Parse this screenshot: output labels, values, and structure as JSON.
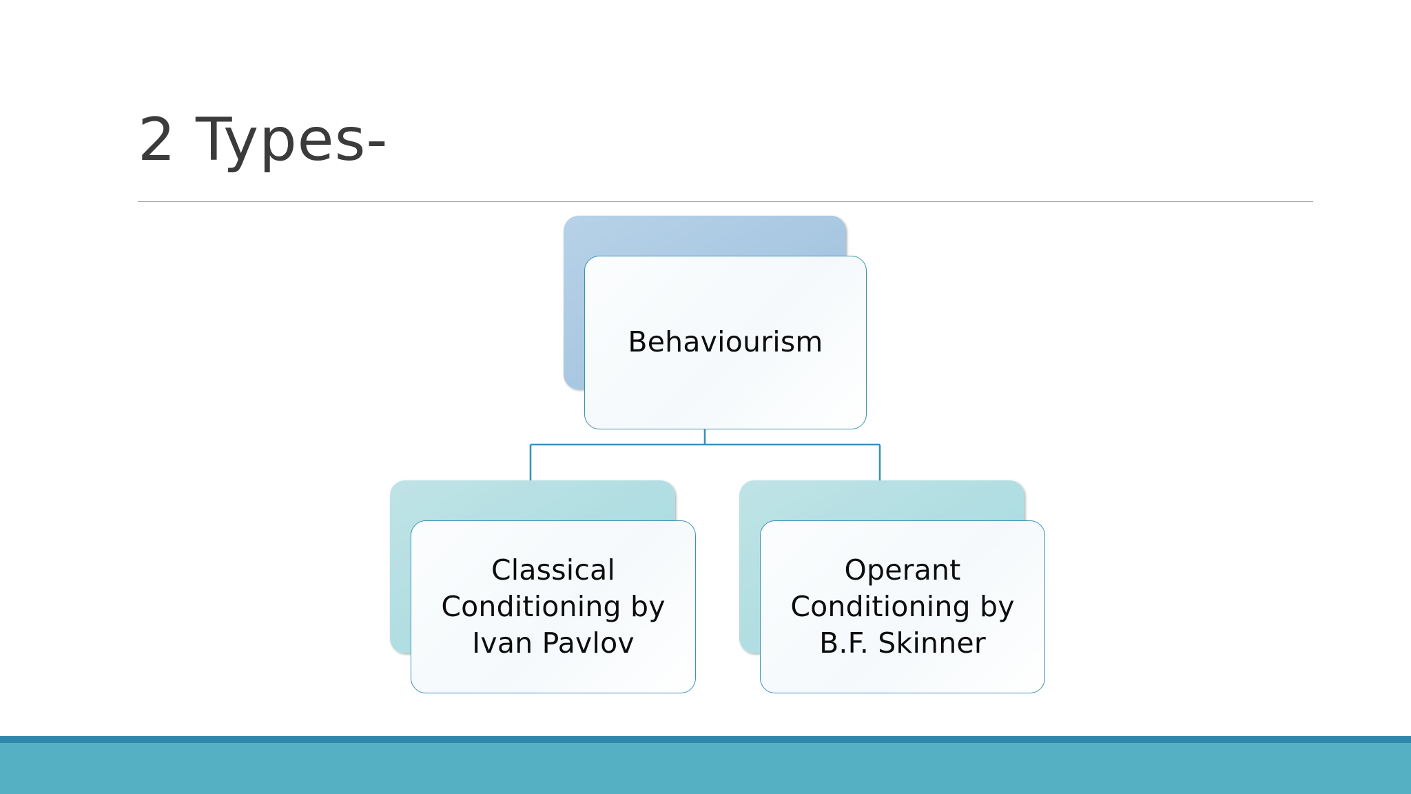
{
  "slide": {
    "title": "2 Types-",
    "background_color": "#ffffff",
    "title_color": "#3b3b3b",
    "rule_color": "#a6a6a6"
  },
  "org_chart": {
    "type": "hierarchy",
    "connector_color": "#3a92b5",
    "root": {
      "label": "Behaviourism",
      "plate_color": "#a6c6e0",
      "card_border_color": "#3a92b5",
      "card_fill_color": "#f7fafc"
    },
    "children": [
      {
        "label": "Classical Conditioning by Ivan Pavlov",
        "plate_color": "#aedde1",
        "card_border_color": "#3a92b5",
        "card_fill_color": "#f7fafc"
      },
      {
        "label": "Operant Conditioning by B.F. Skinner",
        "plate_color": "#aedde1",
        "card_border_color": "#3a92b5",
        "card_fill_color": "#f7fafc"
      }
    ]
  },
  "footer": {
    "band_dark_color": "#2f87ab",
    "band_light_color": "#55b0c3"
  }
}
